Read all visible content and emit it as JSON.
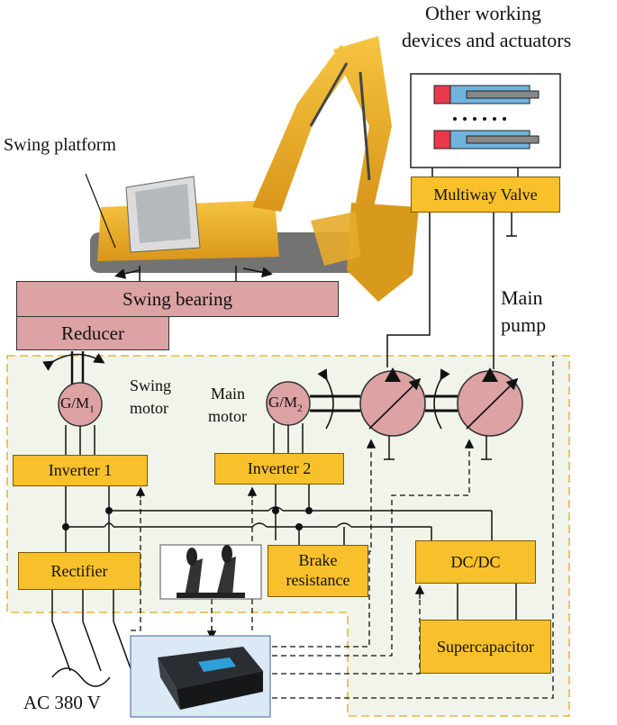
{
  "title_lines": [
    "Other working",
    "devices and actuators"
  ],
  "labels": {
    "swing_platform": "Swing platform",
    "swing_bearing": "Swing bearing",
    "reducer": "Reducer",
    "multiway_valve": "Multiway Valve",
    "main_pump_1": "Main",
    "main_pump_2": "pump",
    "swing_motor_1": "Swing",
    "swing_motor_2": "motor",
    "main_motor_1": "Main",
    "main_motor_2": "motor",
    "gm1": "G/M",
    "gm1_sub": "1",
    "gm2": "G/M",
    "gm2_sub": "2",
    "inverter1": "Inverter 1",
    "inverter2": "Inverter 2",
    "rectifier": "Rectifier",
    "brake_1": "Brake",
    "brake_2": "resistance",
    "dcdc": "DC/DC",
    "supercapacitor": "Supercapacitor",
    "ac": "AC 380 V"
  },
  "colors": {
    "module_fill": "#f8c12b",
    "bearing_fill": "#dca2a4",
    "machine_fill": "#dca2a4",
    "system_border": "#e8b640",
    "region_fill": "#f1f4ea",
    "excavator_body": "#f2b325"
  }
}
